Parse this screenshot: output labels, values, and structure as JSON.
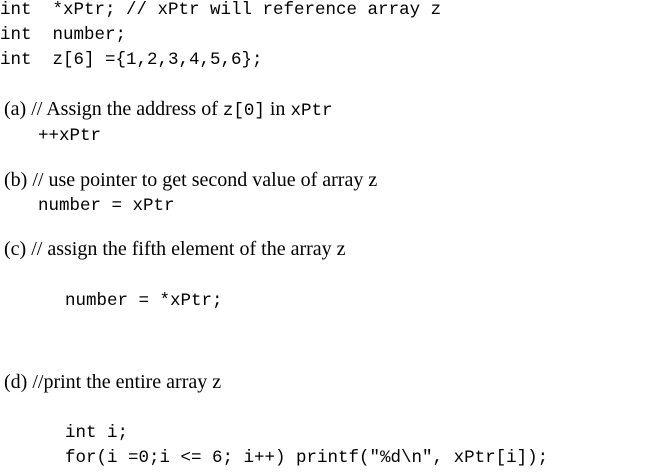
{
  "declarations": [
    "int  *xPtr; // xPtr will reference array z",
    "int  number;",
    "int  z[6] ={1,2,3,4,5,6};"
  ],
  "items": [
    {
      "label": "(a)",
      "text_before": " // Assign the address of ",
      "inline_code": "z[0]",
      "text_after": " in ",
      "inline_code_2": "xPtr",
      "code": [
        "++xPtr"
      ]
    },
    {
      "label": "(b)",
      "text": " // use pointer to get second value of array z",
      "code": [
        "number = xPtr"
      ]
    },
    {
      "label": "(c)",
      "text": " // assign the fifth element of the array z",
      "code": [
        "number = *xPtr;"
      ]
    },
    {
      "label": "(d)",
      "text": " //print the entire array z",
      "code": [
        "int i;",
        "for(i =0;i <= 6; i++) printf(\"%d\\n\", xPtr[i]);"
      ]
    }
  ]
}
